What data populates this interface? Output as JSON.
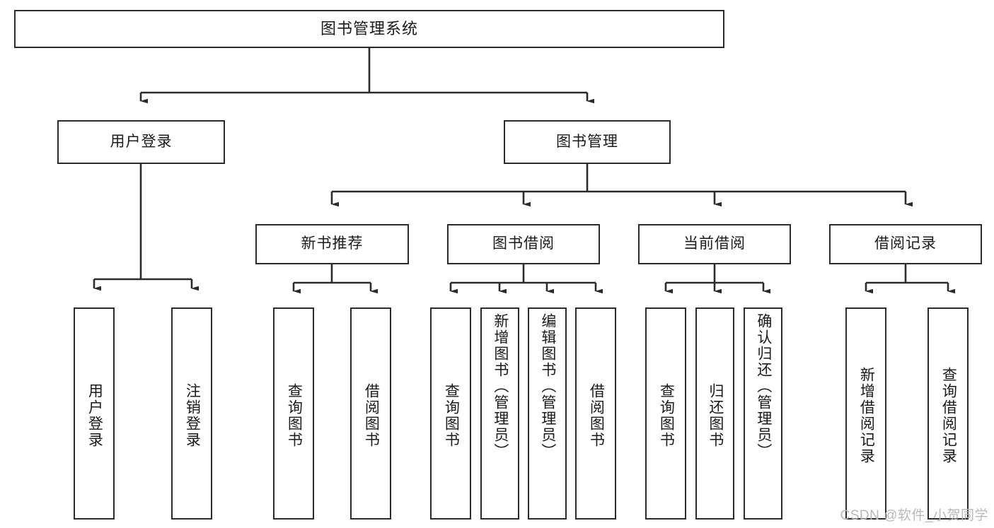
{
  "diagram": {
    "title": "图书管理系统",
    "type": "功能结构图",
    "colors": {
      "box_border": "#2b2b2b",
      "box_fill": "#ffffff",
      "edge": "#2b2b2b",
      "text": "#1a1a1a",
      "watermark": "#b9b9b9"
    },
    "nodes": {
      "root": {
        "label": "图书管理系统"
      },
      "level2": [
        {
          "label": "用户登录"
        },
        {
          "label": "图书管理"
        }
      ],
      "level3": [
        {
          "label": "新书推荐"
        },
        {
          "label": "图书借阅"
        },
        {
          "label": "当前借阅"
        },
        {
          "label": "借阅记录"
        }
      ],
      "leaves": [
        {
          "label": "用户登录"
        },
        {
          "label": "注销登录"
        },
        {
          "label": "查询图书"
        },
        {
          "label": "借阅图书"
        },
        {
          "label": "查询图书"
        },
        {
          "label": "新增图书（管理员）"
        },
        {
          "label": "编辑图书（管理员）"
        },
        {
          "label": "借阅图书"
        },
        {
          "label": "查询图书"
        },
        {
          "label": "归还图书"
        },
        {
          "label": "确认归还（管理员）"
        },
        {
          "label": "新增借阅记录"
        },
        {
          "label": "查询借阅记录"
        }
      ]
    },
    "watermark": "CSDN @软件_小贺同学"
  }
}
